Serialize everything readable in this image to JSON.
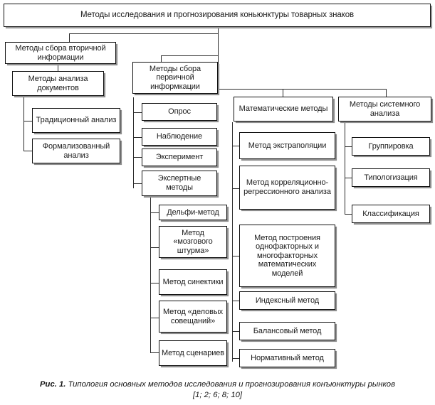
{
  "figure": {
    "title_box": "Методы исследования и прогнозирования коньюнктуры товарных знаков",
    "caption_lead": "Рис. 1.",
    "caption_text": "Типология основных методов исследования и прогнозирования конъюнктуры рынков",
    "caption_refs": "[1; 2; 6; 8; 10]"
  },
  "branches": {
    "secondary": {
      "root": "Методы сбора вторичной информации",
      "child": "Методы анализа документов",
      "leaves": [
        "Традиционный анализ",
        "Формализованный анализ"
      ]
    },
    "primary": {
      "root": "Методы сбора первичной информкации",
      "leaves": [
        "Опрос",
        "Наблюдение",
        "Эксперимент",
        "Экспертные методы"
      ],
      "expert_leaves": [
        "Дельфи-метод",
        "Метод «мозгового штурма»",
        "Метод синектики",
        "Метод «деловых совещаний»",
        "Метод сценариев"
      ]
    },
    "mathematical": {
      "root": "Математические методы",
      "leaves": [
        "Метод экстраполяции",
        "Метод корреляционно-регрессионного анализа",
        "Метод построения однофакторных и многофакторных математических моделей",
        "Индексный метод",
        "Балансовый метод",
        "Нормативный метод"
      ]
    },
    "system": {
      "root": "Методы системного анализа",
      "leaves": [
        "Группировка",
        "Типологизация",
        "Классификация"
      ]
    }
  },
  "colors": {
    "box_border": "#111111",
    "box_fill": "#ffffff",
    "shadow": "#8d8d8d",
    "line": "#2a2a2a",
    "text": "#1a1a1a"
  }
}
